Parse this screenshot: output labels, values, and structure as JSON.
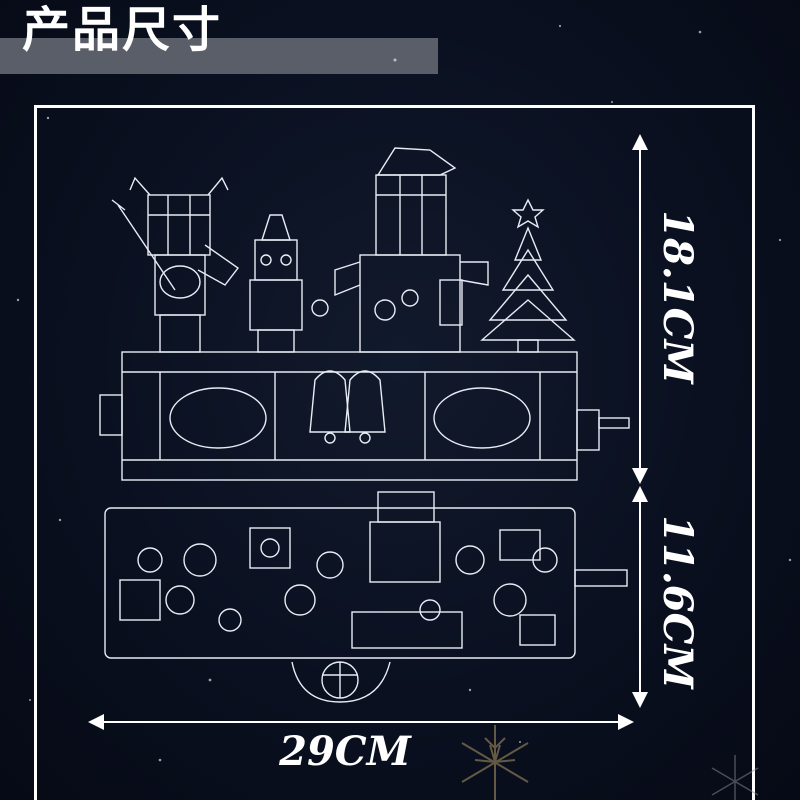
{
  "title": "产品尺寸",
  "dimensions": {
    "height": "18.1CM",
    "depth": "11.6CM",
    "width": "29CM"
  },
  "colors": {
    "background": "#0a1020",
    "line": "#ffffff",
    "header_bar": "#5a5e68",
    "snowflake": "#8a7a55"
  }
}
